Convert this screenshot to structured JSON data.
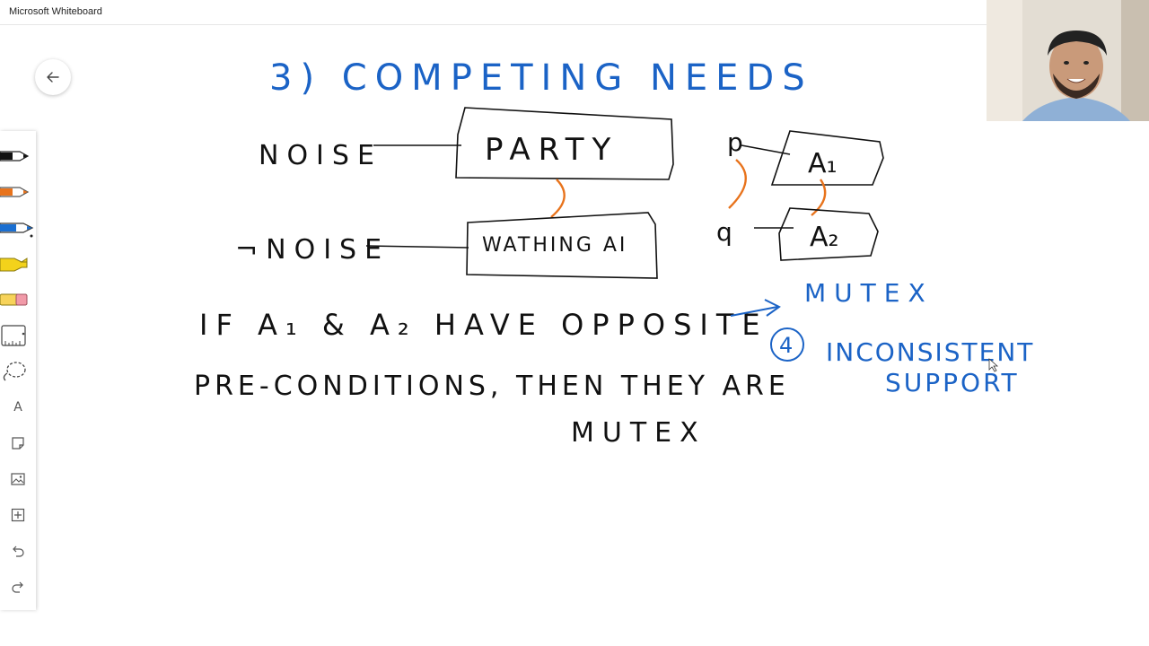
{
  "app": {
    "title": "Microsoft Whiteboard"
  },
  "nav": {
    "back_icon": "arrow-left-icon"
  },
  "toolbar": {
    "tools": [
      {
        "name": "black-pen",
        "color": "#111111"
      },
      {
        "name": "orange-pen",
        "color": "#e8731c"
      },
      {
        "name": "blue-pen",
        "color": "#1b6fd1",
        "selected": true
      },
      {
        "name": "yellow-highlighter",
        "color": "#f3d21b"
      },
      {
        "name": "eraser",
        "color": "#f19aa8"
      },
      {
        "name": "ruler-icon"
      },
      {
        "name": "lasso-icon"
      },
      {
        "name": "text-icon",
        "glyph": "A"
      },
      {
        "name": "shape-icon"
      },
      {
        "name": "image-icon"
      },
      {
        "name": "add-icon"
      },
      {
        "name": "undo-icon"
      },
      {
        "name": "redo-icon"
      }
    ]
  },
  "whiteboard": {
    "heading": "3) COMPETING NEEDS",
    "box_party": "PARTY",
    "label_noise": "NOISE",
    "label_not_noise": "¬NOISE",
    "box_watching": "WATHING AI",
    "label_p": "p",
    "label_q": "q",
    "box_a1": "A₁",
    "box_a2": "A₂",
    "label_mutex_blue": "MUTEX",
    "sentence_line1": "IF A₁ & A₂ HAVE OPPOSITE",
    "sentence_line2": "PRE-CONDITIONS, THEN THEY ARE",
    "sentence_line3": "MUTEX",
    "item4_number": "4",
    "item4_line1": "INCONSISTENT",
    "item4_line2": "SUPPORT"
  },
  "colors": {
    "ink_blue": "#1b63c6",
    "ink_black": "#111111",
    "ink_orange": "#e8731c"
  }
}
